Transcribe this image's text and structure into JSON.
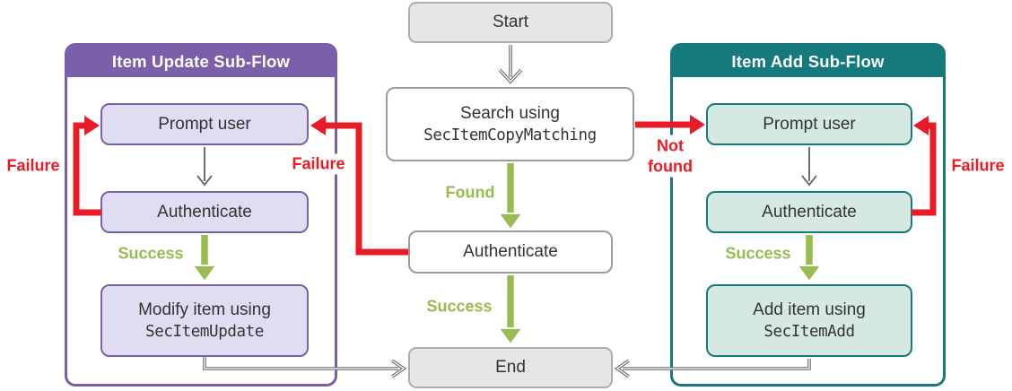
{
  "colors": {
    "purple": "#7B5FA9",
    "purple_light": "#E0DCF1",
    "teal": "#16797B",
    "teal_light": "#D6E8E2",
    "red": "#E81B26",
    "green": "#98BC52",
    "gray_fill": "#E6E6E6",
    "gray_border": "#ADADAD"
  },
  "flow": {
    "start": "Start",
    "search": {
      "line1": "Search using",
      "code": "SecItemCopyMatching"
    },
    "authenticate": "Authenticate",
    "end": "End"
  },
  "update_subflow": {
    "title": "Item Update Sub-Flow",
    "prompt": "Prompt user",
    "authenticate": "Authenticate",
    "action": {
      "line1": "Modify item using",
      "code": "SecItemUpdate"
    }
  },
  "add_subflow": {
    "title": "Item Add Sub-Flow",
    "prompt": "Prompt user",
    "authenticate": "Authenticate",
    "action": {
      "line1": "Add item using",
      "code": "SecItemAdd"
    }
  },
  "labels": {
    "found": "Found",
    "not_found": "Not found",
    "success": "Success",
    "failure": "Failure"
  }
}
